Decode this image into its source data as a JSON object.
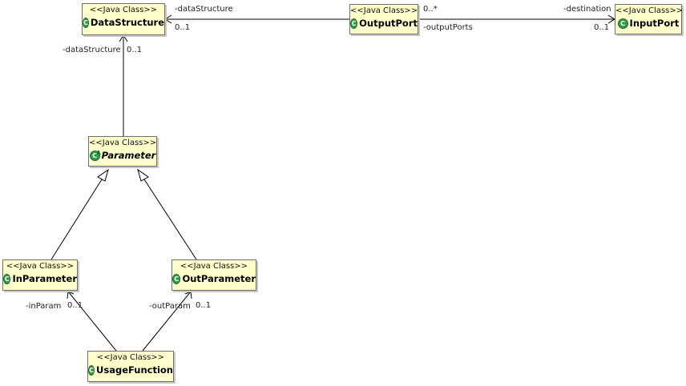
{
  "stereotype": "<<Java Class>>",
  "class_icon_glyph": "C",
  "classes": {
    "data_structure": "DataStructure",
    "output_port": "OutputPort",
    "input_port": "InputPort",
    "parameter": "Parameter",
    "in_parameter": "InParameter",
    "out_parameter": "OutParameter",
    "usage_function": "UsageFunction"
  },
  "labels": {
    "op_ds_role": "-dataStructure",
    "op_ds_mult": "0..1",
    "op_in_mult_src": "0..*",
    "op_in_role_src": "-outputPorts",
    "op_in_role_dst": "-destination",
    "op_in_mult_dst": "0..1",
    "param_ds_role": "-dataStructure",
    "param_ds_mult": "0..1",
    "uf_in_role": "-inParam",
    "uf_in_mult": "0..1",
    "uf_out_role": "-outParam",
    "uf_out_mult": "0..1"
  },
  "colors": {
    "class_fill": "#ffffcc",
    "class_border": "#707070",
    "icon_green": "#2f9c49",
    "edge": "#000000"
  }
}
